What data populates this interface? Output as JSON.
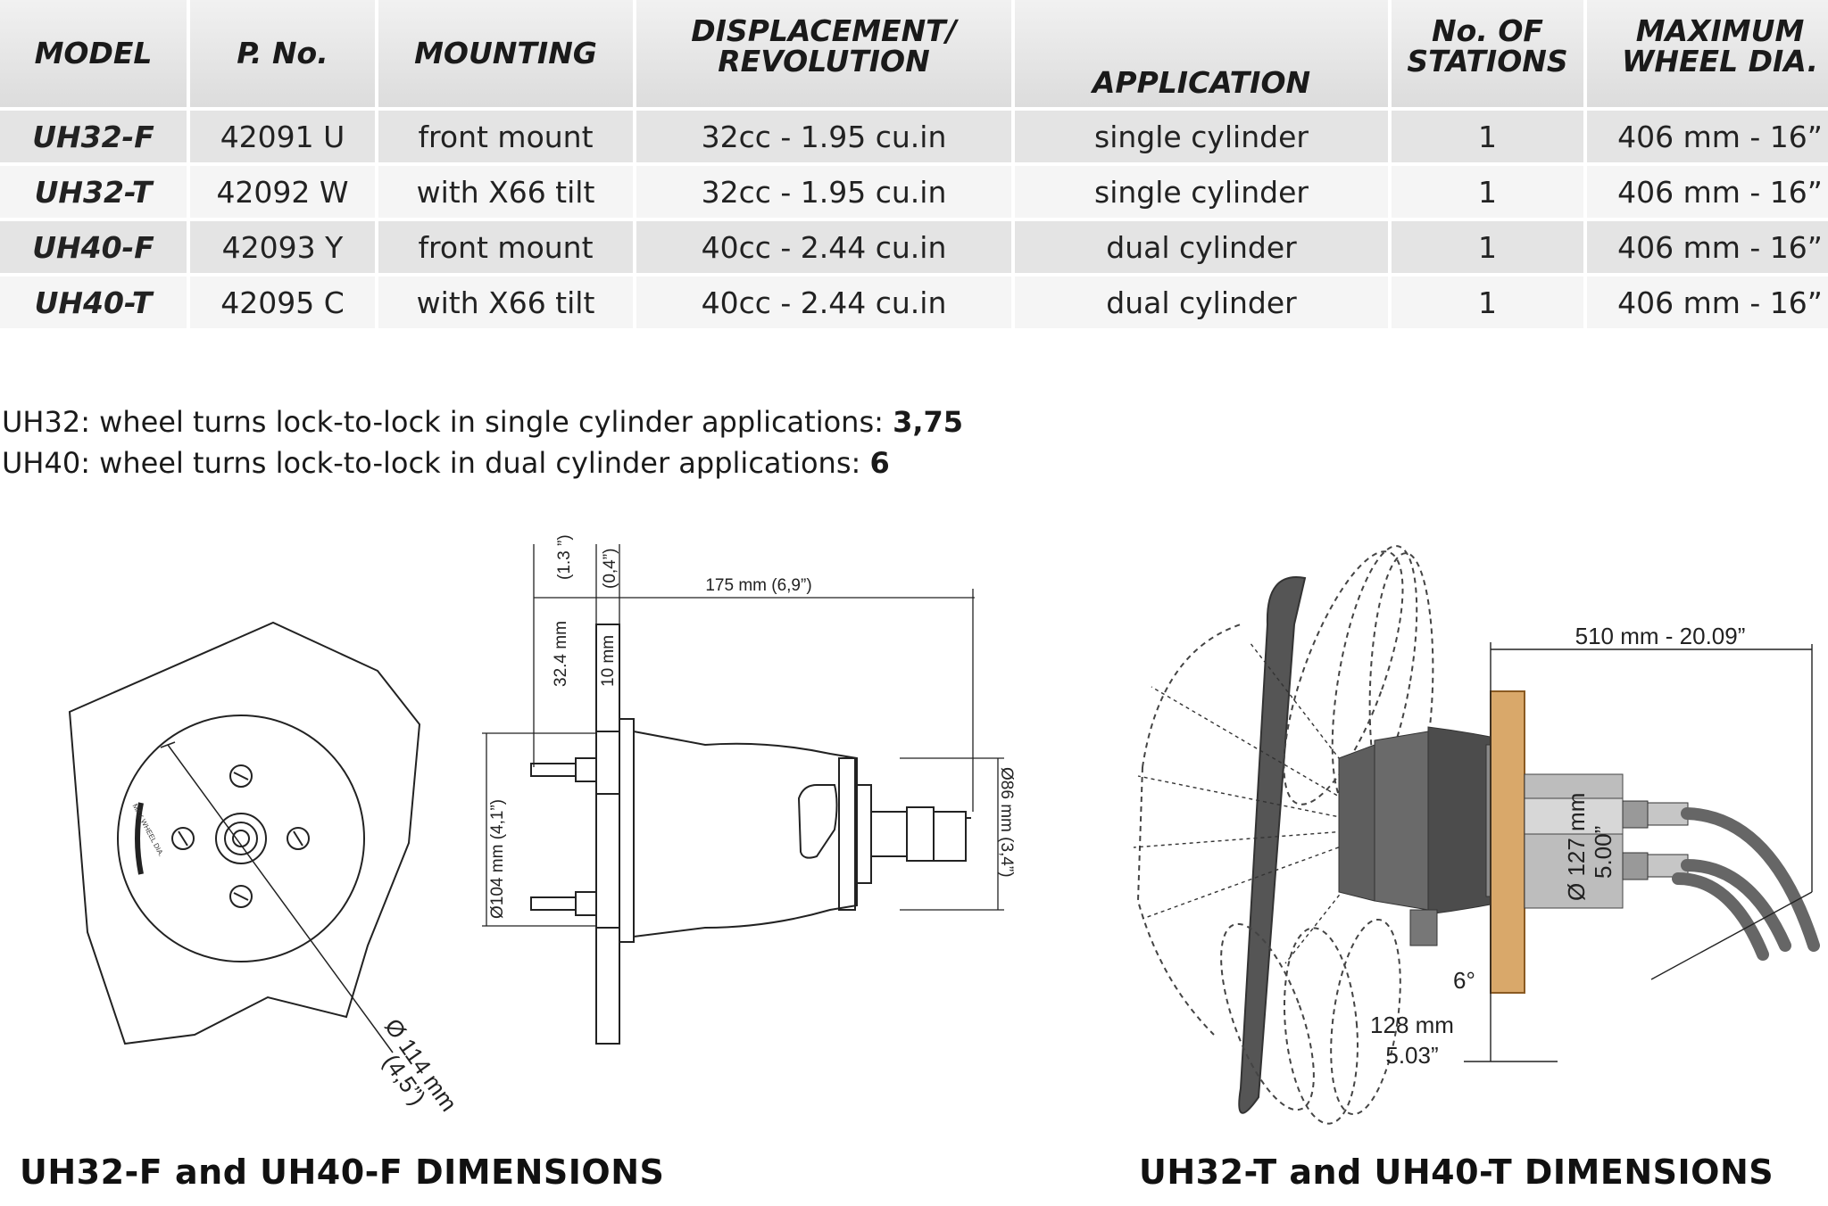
{
  "table": {
    "headers": {
      "model": "MODEL",
      "pno": "P. No.",
      "mounting": "MOUNTING",
      "displacement_1": "DISPLACEMENT/",
      "displacement_2": "REVOLUTION",
      "application": "APPLICATION",
      "stations_1": "No. OF",
      "stations_2": "STATIONS",
      "wheel_1": "MAXIMUM",
      "wheel_2": "WHEEL DIA."
    },
    "rows": [
      {
        "model": "UH32-F",
        "pno": "42091 U",
        "mounting": "front mount",
        "displacement": "32cc - 1.95 cu.in",
        "application": "single cylinder",
        "stations": "1",
        "wheel": "406 mm - 16”"
      },
      {
        "model": "UH32-T",
        "pno": "42092 W",
        "mounting": "with X66 tilt",
        "displacement": "32cc - 1.95 cu.in",
        "application": "single cylinder",
        "stations": "1",
        "wheel": "406 mm - 16”"
      },
      {
        "model": "UH40-F",
        "pno": "42093 Y",
        "mounting": "front mount",
        "displacement": "40cc - 2.44 cu.in",
        "application": "dual cylinder",
        "stations": "1",
        "wheel": "406 mm - 16”"
      },
      {
        "model": "UH40-T",
        "pno": "42095 C",
        "mounting": "with X66 tilt",
        "displacement": "40cc - 2.44 cu.in",
        "application": "dual cylinder",
        "stations": "1",
        "wheel": "406 mm - 16”"
      }
    ]
  },
  "notes": {
    "uh32_text": "UH32: wheel turns lock-to-lock in single cylinder applications: ",
    "uh32_value": "3,75",
    "uh40_text": "UH40: wheel turns lock-to-lock in dual cylinder applications: ",
    "uh40_value": "6"
  },
  "front_drawing": {
    "dim_13": "(1.3 ”)",
    "dim_04": "(0,4”)",
    "dim_175": "175 mm (6,9”)",
    "dim_324": "32.4 mm",
    "dim_10": "10 mm",
    "dim_104": "Ø104 mm (4,1”)",
    "dim_86": "Ø86 mm (3,4”)",
    "dim_114a": "Ø 114 mm",
    "dim_114b": "(4,5”)"
  },
  "tilt_drawing": {
    "dim_510": "510 mm - 20.09”",
    "dim_127a": "Ø 127 mm",
    "dim_127b": "5.00”",
    "dim_6": "6°",
    "dim_128a": "128 mm",
    "dim_128b": "5.03”"
  },
  "captions": {
    "front": "UH32-F and UH40-F DIMENSIONS",
    "tilt": "UH32-T and UH40-T DIMENSIONS"
  }
}
